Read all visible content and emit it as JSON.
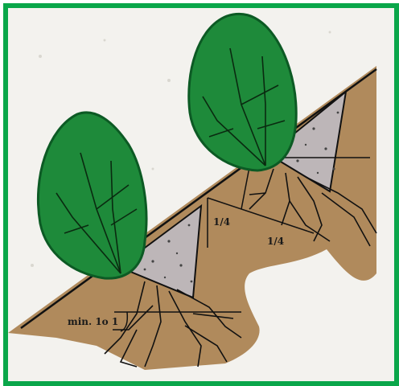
{
  "labels": {
    "slope_ratio": "min. 1o 1",
    "vertical_fraction": "1/4",
    "horizontal_fraction": "1/4"
  },
  "colors": {
    "frame": "#0aa64a",
    "background": "#f3f2ee",
    "soil": "#b08a5c",
    "gravel_fill": "#bdb6b8",
    "foliage": "#1e8a3a",
    "foliage_dark": "#0c5a24",
    "roots": "#111111"
  },
  "icons": [
    "shrub-icon",
    "root-system-icon",
    "gravel-wedge"
  ]
}
